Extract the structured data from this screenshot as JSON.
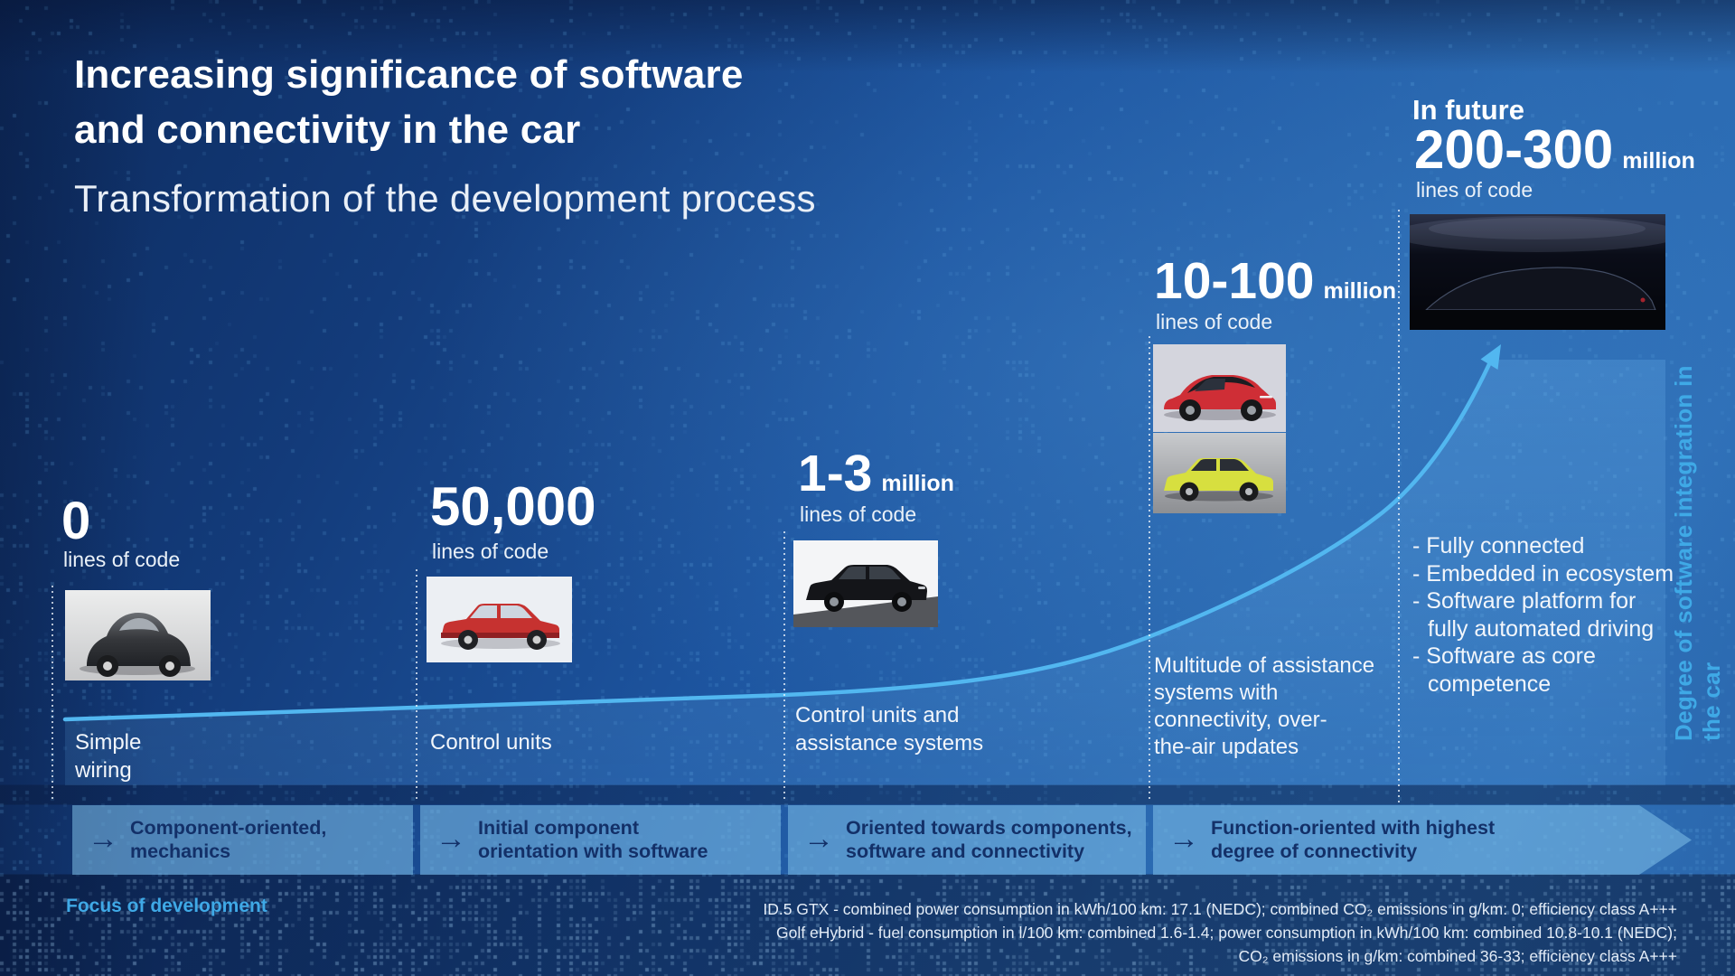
{
  "slide": {
    "title": "Increasing significance of software\nand connectivity in the car",
    "subtitle": "Transformation of the development process",
    "axis_label": "Degree of software integration in the car",
    "focus_label": "Focus of development"
  },
  "stages": [
    {
      "value": "0",
      "unit": "",
      "caption": "lines of code",
      "description": "Simple\nwiring",
      "band_label": "Component-oriented,\nmechanics",
      "car": "vw-beetle-black-white-photo"
    },
    {
      "value": "50,000",
      "unit": "",
      "caption": "lines of code",
      "description": "Control units",
      "band_label": "Initial component\norientation with software",
      "car": "red-vw-golf-mk2-photo"
    },
    {
      "value": "1-3",
      "unit": "million",
      "caption": "lines of code",
      "description": "Control units and\nassistance systems",
      "band_label": "Oriented towards components,\nsoftware and connectivity",
      "car": "black-vw-passat-photo"
    },
    {
      "value": "10-100",
      "unit": "million",
      "caption": "lines of code",
      "description": "Multitude of assistance\nsystems with\nconnectivity, over-\nthe-air updates",
      "band_label": "Function-oriented with highest\ndegree of connectivity",
      "cars": [
        "red-vw-id-gtx-photo",
        "yellow-vw-golf-8-photo"
      ]
    }
  ],
  "future": {
    "heading": "In future",
    "value": "200-300",
    "unit": "million",
    "caption": "lines of code",
    "bullets": [
      "- Fully connected",
      "- Embedded in ecosystem",
      "- Software platform for\nfully automated driving",
      "- Software as core\ncompetence"
    ],
    "car": "camouflaged-future-car-silhouette"
  },
  "band": {
    "arrow_glyph": "→"
  },
  "disclaimer": {
    "lines": [
      "ID.5 GTX - combined power consumption in kWh/100 km: 17.1 (NEDC); combined CO₂ emissions in g/km: 0; efficiency class A+++",
      "Golf eHybrid - fuel consumption in l/100 km: combined 1.6-1.4; power consumption in kWh/100 km: combined 10.8-10.1 (NEDC);",
      "CO₂ emissions in g/km: combined 36-33; efficiency class A+++"
    ]
  },
  "colors": {
    "accent_light_blue": "#3FA9E6",
    "curve_blue": "#52B7F0",
    "band_fill": "rgba(133,197,236,0.52)",
    "band_text_navy": "#133068",
    "background_dark": "#0D2B5E",
    "background_light": "#2E6FB7",
    "bottom_strip": "#12346E"
  },
  "chart_data": {
    "type": "area",
    "title": "Increasing significance of software and connectivity in the car",
    "subtitle": "Transformation of the development process",
    "ylabel": "Degree of software integration in the car",
    "xlabel": "Focus of development",
    "categories": [
      "Simple wiring",
      "Control units",
      "Control units and assistance systems",
      "Multitude of assistance systems with connectivity, over-the-air updates",
      "In future"
    ],
    "series": [
      {
        "name": "Lines of code",
        "value_labels": [
          "0",
          "50,000",
          "1-3 million",
          "10-100 million",
          "200-300 million"
        ],
        "values_numeric_approx": [
          0,
          50000,
          2000000,
          55000000,
          250000000
        ]
      }
    ],
    "stage_focus_labels": [
      "Component-oriented, mechanics",
      "Initial component orientation with software",
      "Oriented towards components, software and connectivity",
      "Function-oriented with highest degree of connectivity"
    ],
    "annotations": [
      "Fully connected",
      "Embedded in ecosystem",
      "Software platform for fully automated driving",
      "Software as core competence"
    ],
    "legend_position": "none",
    "grid": false,
    "curve_shape": "exponential growth with arrowhead at top right"
  }
}
